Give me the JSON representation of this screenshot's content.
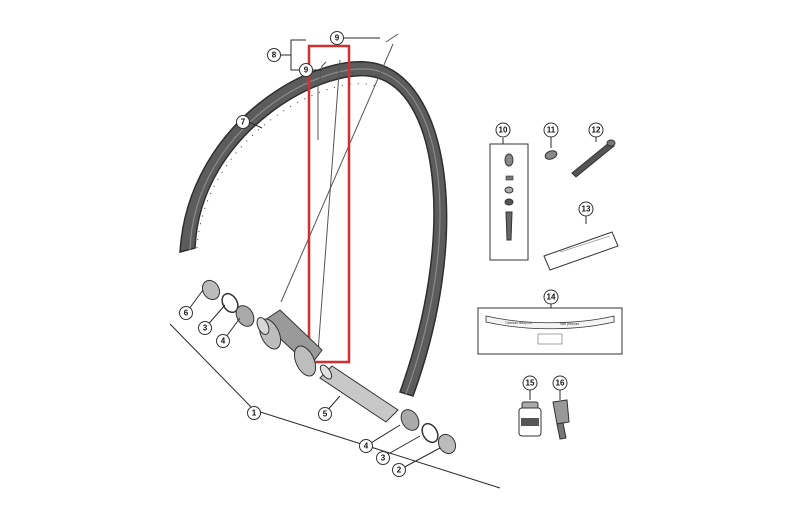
{
  "callouts": {
    "c1": "1",
    "c2": "2",
    "c3a": "3",
    "c3b": "3",
    "c4a": "4",
    "c4b": "4",
    "c5": "5",
    "c6": "6",
    "c7": "7",
    "c8": "8",
    "c9a": "9",
    "c9b": "9",
    "c10": "10",
    "c11": "11",
    "c12": "12",
    "c13": "13",
    "c14": "14",
    "c15": "15",
    "c16": "16"
  },
  "label_14_line1": "Tubeless ready rim",
  "label_14_line2": "max pressure",
  "colors": {
    "highlight": "#d32f2f",
    "rim": "#5a5a5a",
    "rim_edge": "#2e2e2e",
    "line": "#2a2a2a"
  }
}
